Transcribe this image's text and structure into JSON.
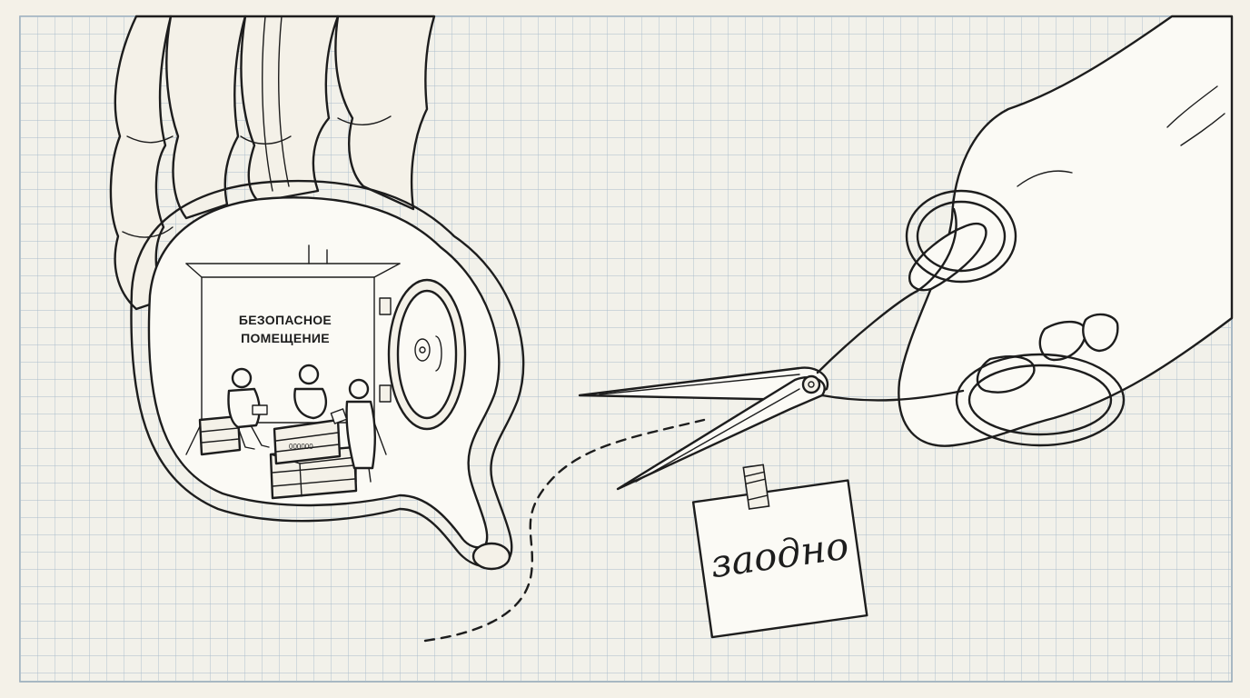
{
  "illustration": {
    "room_label_lines": [
      "БЕЗОПАСНОЕ",
      "ПОМЕЩЕНИЕ"
    ],
    "note_text": "заодно",
    "crate_marking": "000000",
    "colors": {
      "paper": "#f4f1e8",
      "grid": "#a9bccb",
      "ink": "#1d1d1d",
      "hatch": "#8aa6bc"
    },
    "icon_names": [
      "scissors-icon",
      "hand-icon",
      "intestine-icon",
      "vault-door-icon",
      "sticky-note-icon"
    ]
  }
}
